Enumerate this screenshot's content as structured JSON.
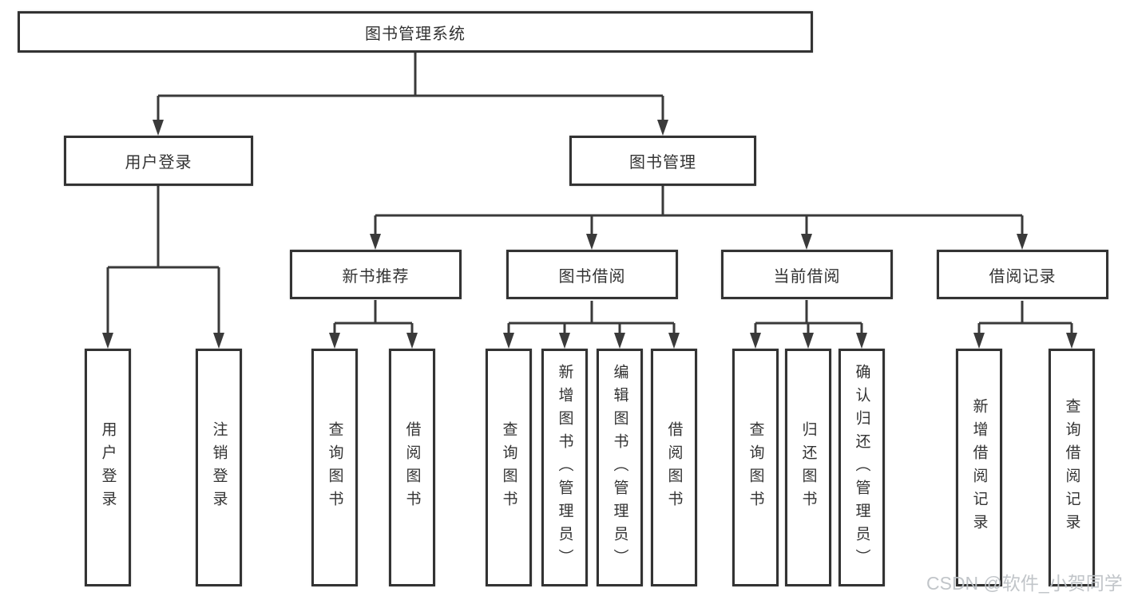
{
  "title": "图书管理系统",
  "level2": [
    {
      "label": "用户登录",
      "children": [
        "用户登录",
        "注销登录"
      ]
    },
    {
      "label": "图书管理"
    }
  ],
  "level3": [
    {
      "label": "新书推荐",
      "children": [
        "查询图书",
        "借阅图书"
      ]
    },
    {
      "label": "图书借阅",
      "children": [
        "查询图书",
        "新增图书（管理员）",
        "编辑图书（管理员）",
        "借阅图书"
      ]
    },
    {
      "label": "当前借阅",
      "children": [
        "查询图书",
        "归还图书",
        "确认归还（管理员）"
      ]
    },
    {
      "label": "借阅记录",
      "children": [
        "新增借阅记录",
        "查询借阅记录"
      ]
    }
  ],
  "watermark": "CSDN @软件_小贺同学",
  "colors": {
    "line": "#3a3a3a",
    "box_border": "#333333",
    "text": "#333333",
    "background": "#ffffff",
    "watermark": "#bec2c6"
  }
}
